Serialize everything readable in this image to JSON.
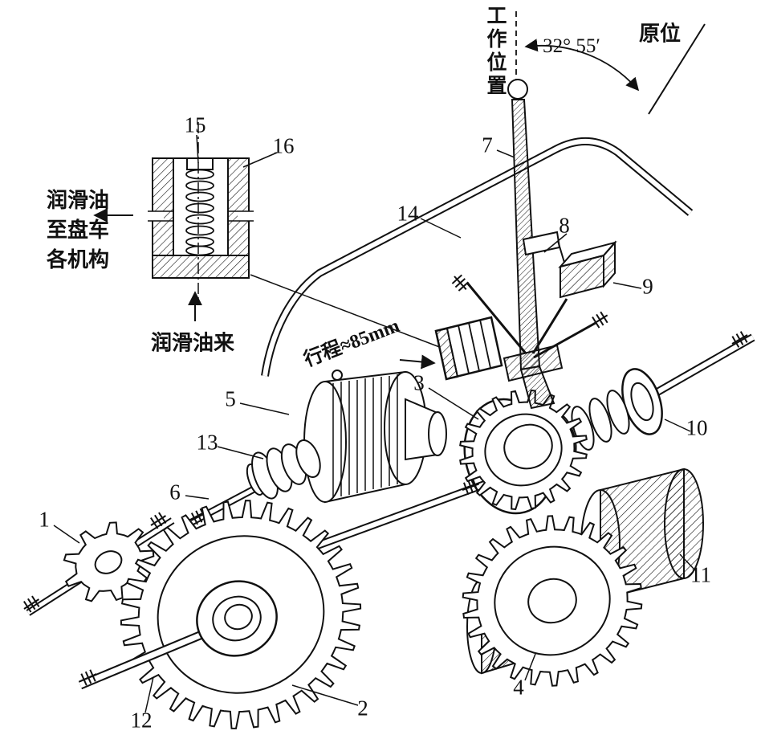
{
  "figure": {
    "working_position": "工作位置",
    "original_position": "原位",
    "angle_label": "32° 55′",
    "stroke_label": "行程≈85mm",
    "lube_out": [
      "润滑油",
      "至盘车",
      "各机构"
    ],
    "lube_in": "润滑油来",
    "parts": {
      "1": "1",
      "2": "2",
      "3": "3",
      "4": "4",
      "5": "5",
      "6": "6",
      "7": "7",
      "8": "8",
      "9": "9",
      "10": "10",
      "11": "11",
      "12": "12",
      "13": "13",
      "14": "14",
      "15": "15",
      "16": "16"
    }
  },
  "colors": {
    "ink": "#111111",
    "paper": "#ffffff"
  }
}
